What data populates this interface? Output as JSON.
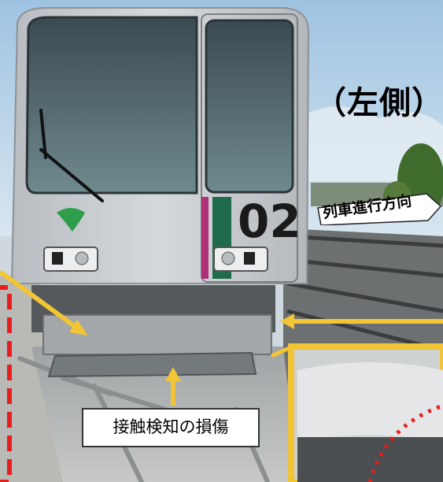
{
  "labels": {
    "side": "（左側）",
    "direction": "列車進行方向",
    "damage": "接触検知の損傷",
    "car_number": "02"
  },
  "colors": {
    "sky": "#a9c9e4",
    "train_body": "#c8cbce",
    "stripe_magenta": "#b0307a",
    "stripe_green": "#1f6b4c",
    "callout_yellow": "#f2c534",
    "dashed_red": "#e81d1d"
  },
  "icons": [
    "tokyo-ginkgo-emblem-icon",
    "headlight-icon",
    "wiper-icon"
  ]
}
